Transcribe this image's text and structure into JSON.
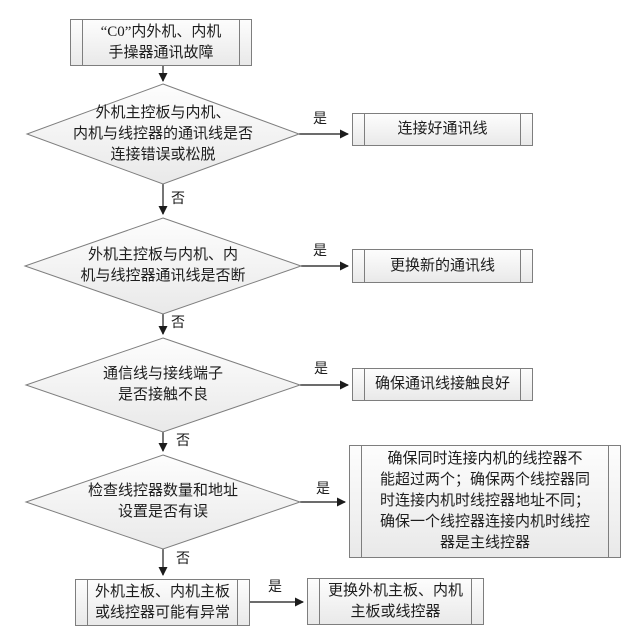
{
  "flowchart": {
    "labels": {
      "yes": "是",
      "no": "否"
    },
    "nodes": {
      "start": {
        "text": "“C0”内外机、内机\n手操器通讯故障"
      },
      "decision1": {
        "text": "外机主控板与内机、\n内机与线控器的通讯线是否\n连接错误或松脱"
      },
      "action1": {
        "text": "连接好通讯线"
      },
      "decision2": {
        "text": "外机主控板与内机、内\n机与线控器通讯线是否断"
      },
      "action2": {
        "text": "更换新的通讯线"
      },
      "decision3": {
        "text": "通信线与接线端子\n是否接触不良"
      },
      "action3": {
        "text": "确保通讯线接触良好"
      },
      "decision4": {
        "text": "检查线控器数量和地址\n设置是否有误"
      },
      "action4": {
        "text": "确保同时连接内机的线控器不\n能超过两个；确保两个线控器同\n时连接内机时线控器地址不同；\n确保一个线控器连接内机时线控\n器是主线控器"
      },
      "process5": {
        "text": "外机主板、内机主板\n或线控器可能有异常"
      },
      "action5": {
        "text": "更换外机主板、内机\n主板或线控器"
      }
    },
    "colors": {
      "background": "#ffffff",
      "border": "#7e7e7e",
      "fill_top": "#fdfdfd",
      "fill_bottom": "#e9e9e9",
      "text": "#1d1d1d",
      "connector": "#3c3c3c"
    }
  }
}
